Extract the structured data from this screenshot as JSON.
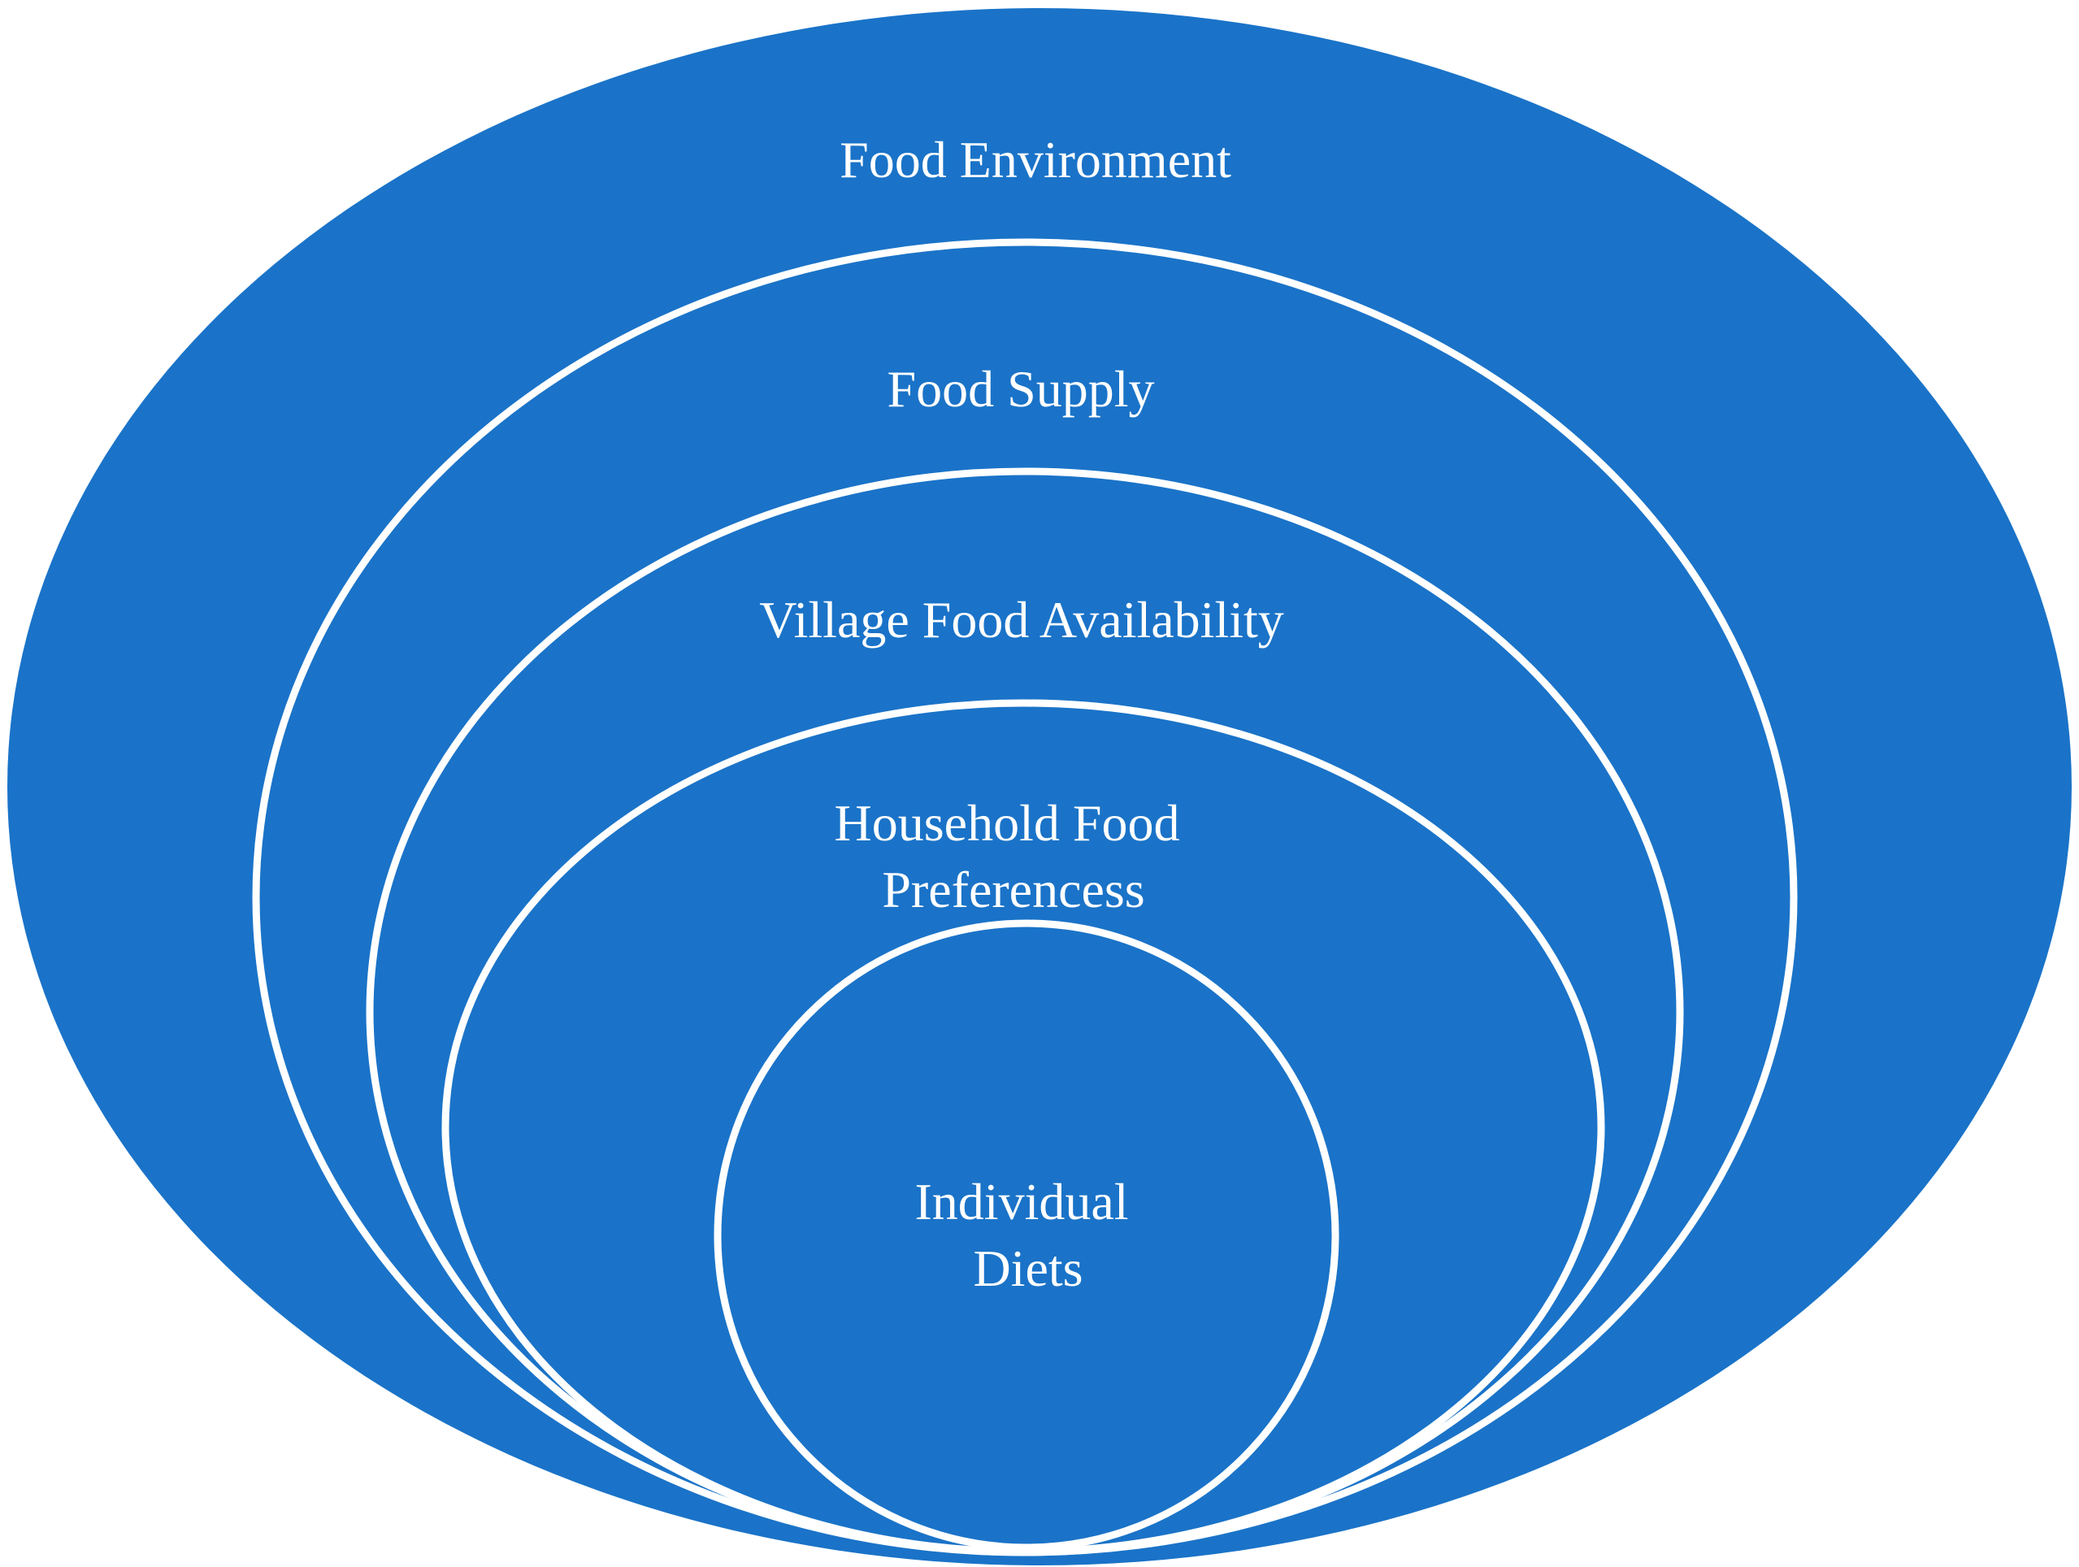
{
  "colors": {
    "fill": "#1a73c8",
    "outline": "#ffffff",
    "text": "#ffffff"
  },
  "layers": [
    {
      "label_lines": [
        "Food Environment"
      ]
    },
    {
      "label_lines": [
        "Food Supply"
      ]
    },
    {
      "label_lines": [
        "Village Food Availability"
      ]
    },
    {
      "label_lines": [
        "Household Food",
        "Preferencess"
      ]
    },
    {
      "label_lines": [
        "Individual",
        "Diets"
      ]
    }
  ]
}
